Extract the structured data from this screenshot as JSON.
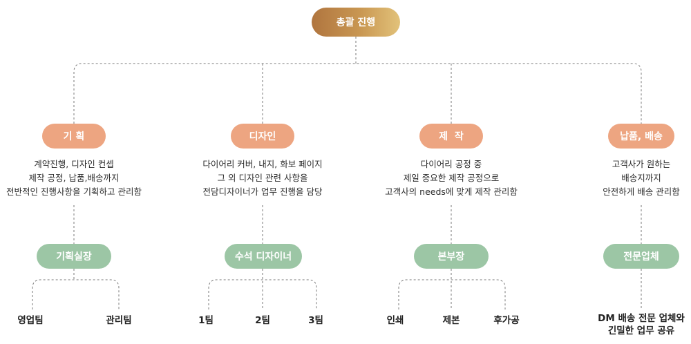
{
  "root": {
    "label": "총괄 진행"
  },
  "colors": {
    "root_gradient": [
      "#b0753f",
      "#e2c27a"
    ],
    "category_pill": "#eda581",
    "role_pill": "#9cc6a5",
    "connector": "#7a7a7a"
  },
  "columns": [
    {
      "category": "기 획",
      "description": [
        "계약진행, 디자인 컨셉",
        "제작 공정, 납품,배송까지",
        "전반적인 진행사항을 기획하고 관리함"
      ],
      "role": "기획실장",
      "teams": [
        "영업팀",
        "관리팀"
      ]
    },
    {
      "category": "디자인",
      "description": [
        "다이어리 커버, 내지, 화보 페이지",
        "그 외 디자인 관련 사항을",
        "전담디자이너가 업무 진행을 담당"
      ],
      "role": "수석 디자이너",
      "teams": [
        "1팀",
        "2팀",
        "3팀"
      ]
    },
    {
      "category": "제  작",
      "description": [
        "다이어리 공정 중",
        "제일 중요한 제작 공정으로",
        "고객사의 needs에 맞게 제작 관리함"
      ],
      "role": "본부장",
      "teams": [
        "인쇄",
        "제본",
        "후가공"
      ]
    },
    {
      "category": "납품, 배송",
      "description": [
        "고객사가 원하는",
        "배송지까지",
        "안전하게 배송 관리함"
      ],
      "role": "전문업체",
      "teams": [
        "DM 배송 전문 업체와",
        "긴밀한 업무 공유"
      ]
    }
  ]
}
